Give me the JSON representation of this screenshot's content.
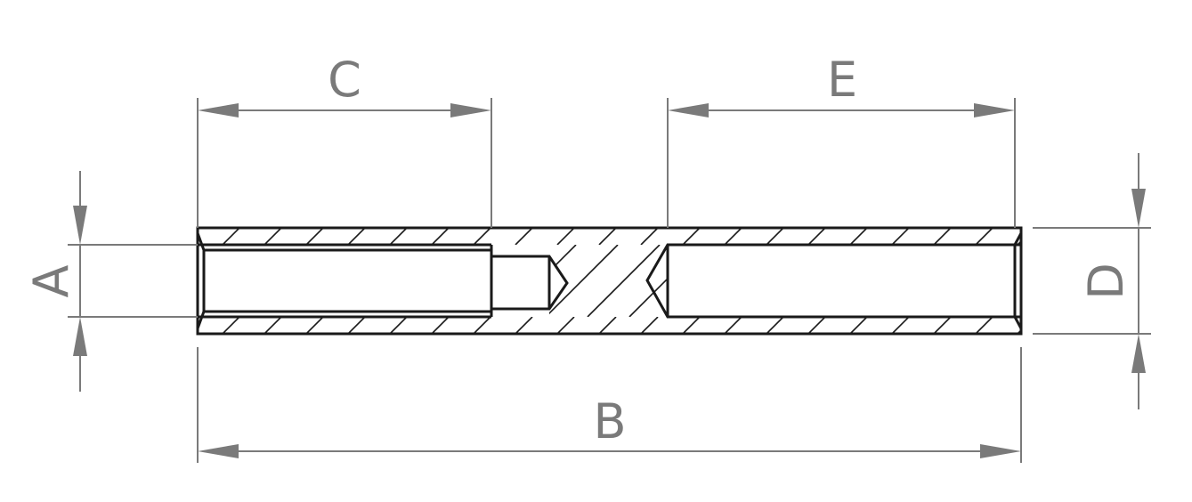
{
  "labels": {
    "A": "A",
    "B": "B",
    "C": "C",
    "D": "D",
    "E": "E"
  },
  "colors": {
    "dimension": "#7a7a7a",
    "outline": "#1a1a1a",
    "background": "#ffffff"
  }
}
